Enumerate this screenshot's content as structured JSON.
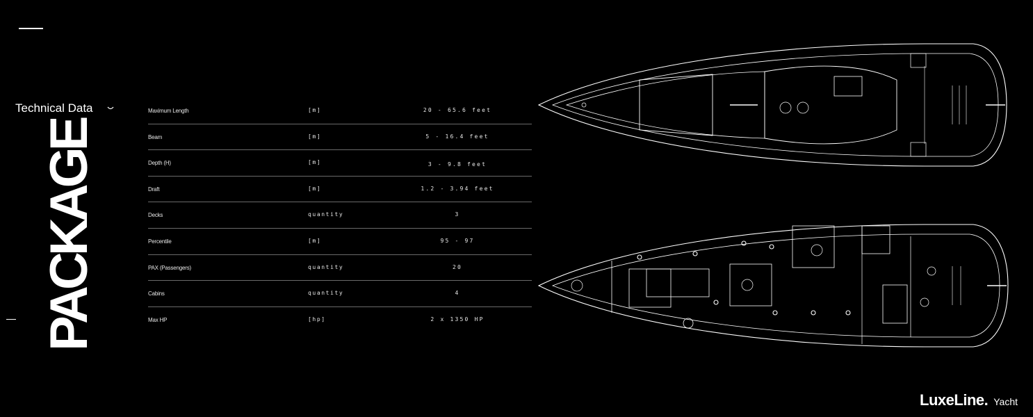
{
  "header": {
    "section_title": "Technical Data",
    "dropdown_icon": "chevron-down-icon"
  },
  "vertical_title": "PACKAGE",
  "specs": [
    {
      "label": "Maximum Length",
      "unit": "[m]",
      "value": "20 - 65.6 feet"
    },
    {
      "label": "Beam",
      "unit": "[m]",
      "value": "5 - 16.4 feet"
    },
    {
      "label": "Depth (H)",
      "unit": "[m]",
      "value": "3 - 9.8 feet"
    },
    {
      "label": "Draft",
      "unit": "[m]",
      "value": "1.2 - 3.94 feet"
    },
    {
      "label": "Decks",
      "unit": "quantity",
      "value": "3"
    },
    {
      "label": "Percentile",
      "unit": "[m]",
      "value": "95 - 97"
    },
    {
      "label": "PAX (Passengers)",
      "unit": "quantity",
      "value": "20"
    },
    {
      "label": "Cabins",
      "unit": "quantity",
      "value": "4"
    },
    {
      "label": "Max HP",
      "unit": "[hp]",
      "value": "2 x 1350 HP"
    }
  ],
  "brand": {
    "name": "LuxeLine.",
    "suffix": "Yacht"
  },
  "images": {
    "top_view": "yacht-top-deck-blueprint",
    "lower_view": "yacht-lower-deck-blueprint"
  }
}
